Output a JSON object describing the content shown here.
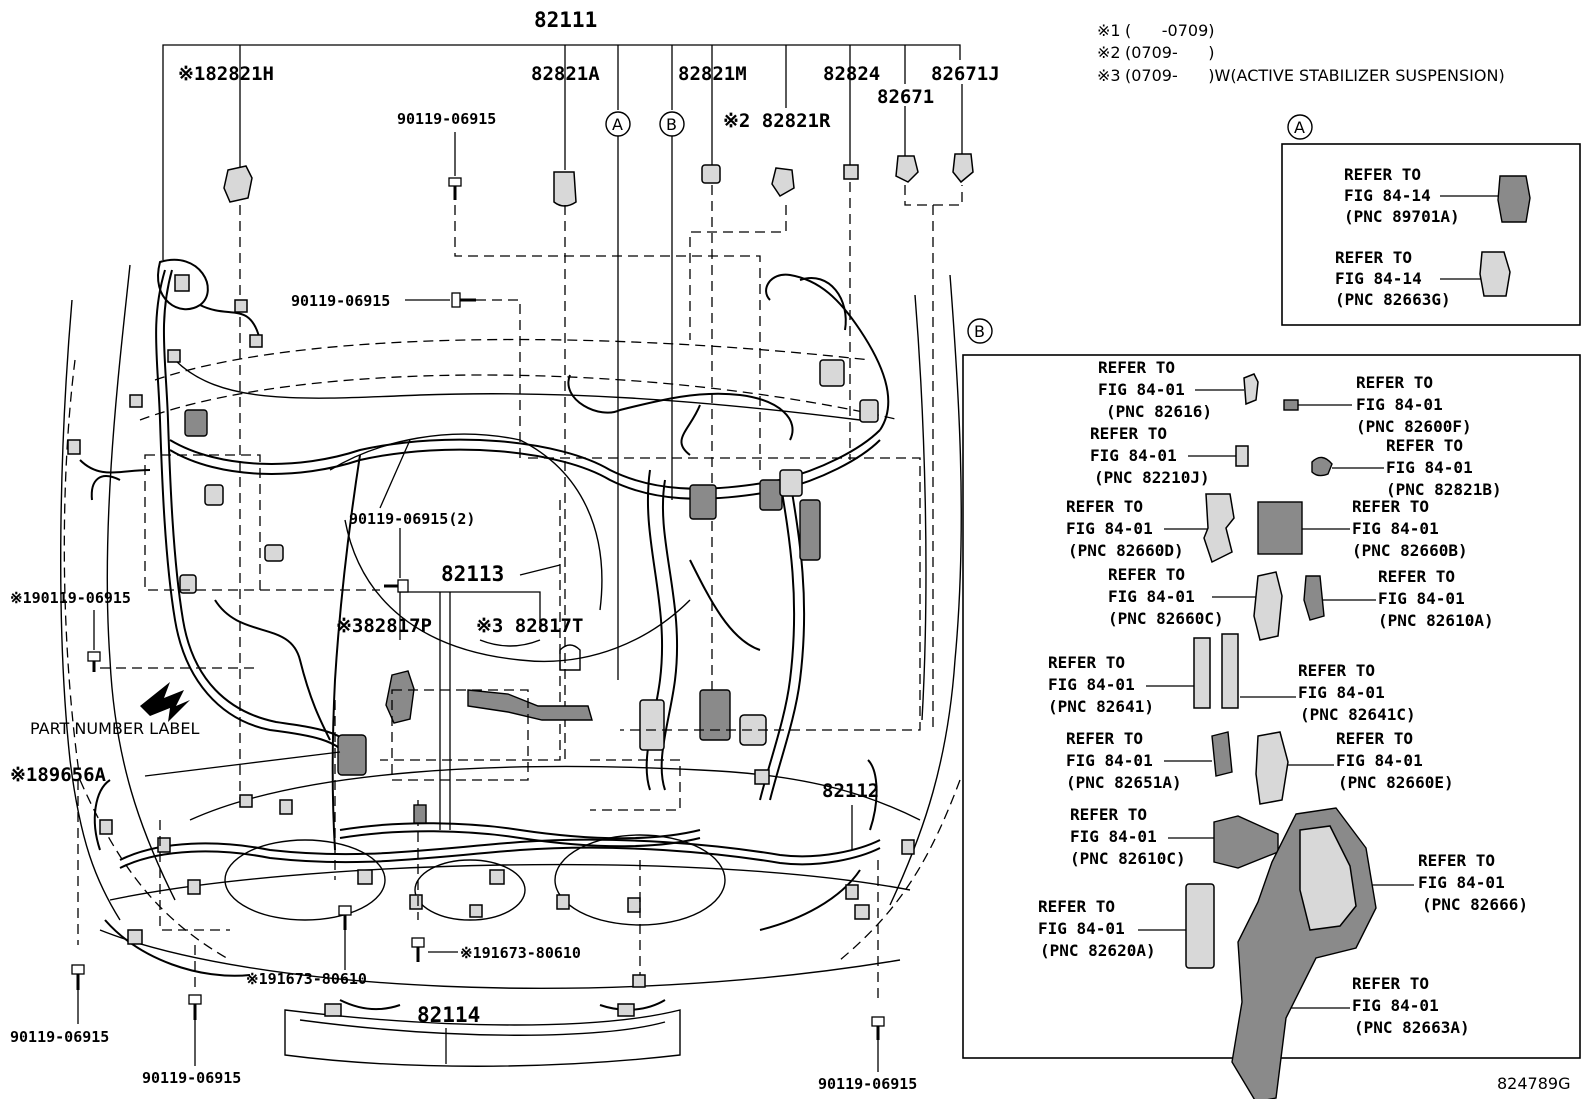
{
  "notes": [
    {
      "mark": "※1",
      "text": "(      -0709)"
    },
    {
      "mark": "※2",
      "text": "(0709-      )"
    },
    {
      "mark": "※3",
      "text": "(0709-      )W(ACTIVE STABILIZER SUSPENSION)"
    }
  ],
  "callouts": {
    "p82111": "82111",
    "p82821H": "※182821H",
    "p82821A": "82821A",
    "p82821M": "82821M",
    "p82824": "82824",
    "p82671J": "82671J",
    "p82671": "82671",
    "p82821R": "※2 82821R",
    "b1": "90119-06915",
    "b2": "90119-06915",
    "b3": "90119-06915(2)",
    "b4": "※190119-06915",
    "p82113": "82113",
    "p82817P": "※382817P",
    "p82817T": "※3 82817T",
    "label_part_number": "PART NUMBER LABEL",
    "p89656A": "※189656A",
    "p82112": "82112",
    "c91673a": "※191673-80610",
    "c91673b": "※191673-80610",
    "p82114": "82114",
    "b5": "90119-06915",
    "b6": "90119-06915",
    "b7": "90119-06915",
    "circleA": "A",
    "circleB": "B"
  },
  "panelA": {
    "marker": "A",
    "refs": [
      {
        "line1": "REFER TO",
        "line2": "FIG 84-14",
        "line3": "(PNC 89701A)"
      },
      {
        "line1": "REFER TO",
        "line2": "FIG 84-14",
        "line3": "(PNC 82663G)"
      }
    ]
  },
  "panelB": {
    "marker": "B",
    "refs": [
      {
        "line1": "REFER TO",
        "line2": "FIG 84-01",
        "line3": "(PNC 82616)"
      },
      {
        "line1": "REFER TO",
        "line2": "FIG 84-01",
        "line3": "(PNC 82600F)"
      },
      {
        "line1": "REFER TO",
        "line2": "FIG 84-01",
        "line3": "(PNC 82210J)"
      },
      {
        "line1": "REFER TO",
        "line2": "FIG 84-01",
        "line3": "(PNC 82821B)"
      },
      {
        "line1": "REFER TO",
        "line2": "FIG 84-01",
        "line3": "(PNC 82660D)"
      },
      {
        "line1": "REFER TO",
        "line2": "FIG 84-01",
        "line3": "(PNC 82660B)"
      },
      {
        "line1": "REFER TO",
        "line2": "FIG 84-01",
        "line3": "(PNC 82660C)"
      },
      {
        "line1": "REFER TO",
        "line2": "FIG 84-01",
        "line3": "(PNC 82610A)"
      },
      {
        "line1": "REFER TO",
        "line2": "FIG 84-01",
        "line3": "(PNC 82641)"
      },
      {
        "line1": "REFER TO",
        "line2": "FIG 84-01",
        "line3": "(PNC 82641C)"
      },
      {
        "line1": "REFER TO",
        "line2": "FIG 84-01",
        "line3": "(PNC 82651A)"
      },
      {
        "line1": "REFER TO",
        "line2": "FIG 84-01",
        "line3": "(PNC 82660E)"
      },
      {
        "line1": "REFER TO",
        "line2": "FIG 84-01",
        "line3": "(PNC 82610C)"
      },
      {
        "line1": "REFER TO",
        "line2": "FIG 84-01",
        "line3": "(PNC 82666)"
      },
      {
        "line1": "REFER TO",
        "line2": "FIG 84-01",
        "line3": "(PNC 82620A)"
      },
      {
        "line1": "REFER TO",
        "line2": "FIG 84-01",
        "line3": "(PNC 82663A)"
      }
    ]
  },
  "figure_id": "824789G"
}
